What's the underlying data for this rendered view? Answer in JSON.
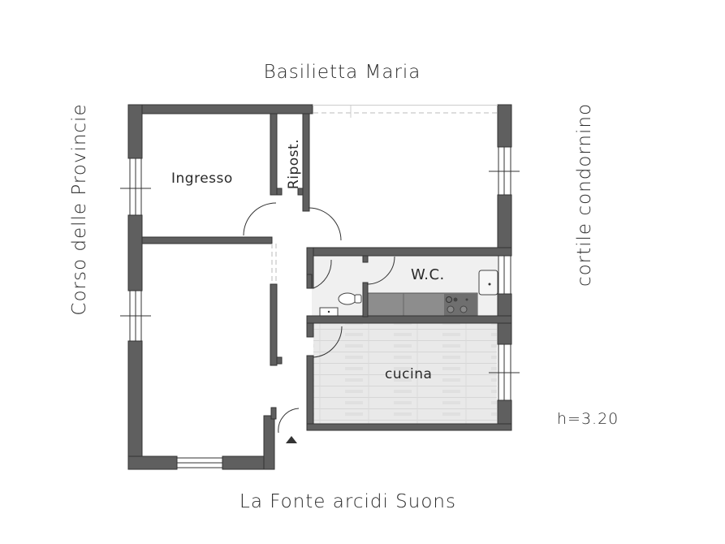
{
  "streets": {
    "top": "Basilietta Maria",
    "bottom": "La Fonte arcidi Suons",
    "left": "Corso delle Provincie",
    "right": "cortile condornino"
  },
  "rooms": {
    "ingresso": "Ingresso",
    "ripostiglio": "Ripost.",
    "wc": "W.C.",
    "cucina": "cucina"
  },
  "height_note": "h=3.20",
  "colors": {
    "wall": "#5f5f5f",
    "wall_outline": "#333333",
    "floor_wood": "#e6e6e6",
    "wc_floor": "#efefef",
    "counter": "#8a8a8a",
    "background": "#ffffff"
  }
}
